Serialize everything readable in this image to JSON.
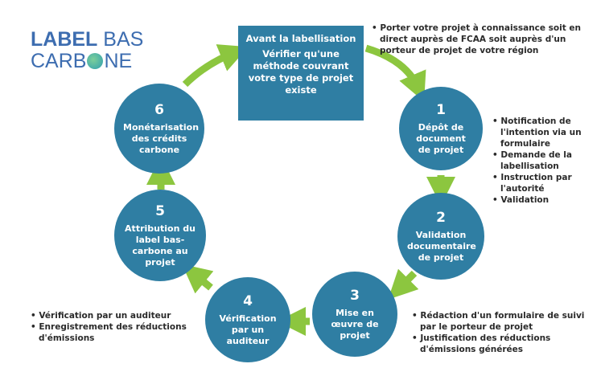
{
  "logo": {
    "line1_bold": "LABEL",
    "line1_rest": " BAS",
    "line2_a": "CARB",
    "line2_b": "NE"
  },
  "start": {
    "title": "Avant la labellisation",
    "text": "Vérifier qu'une méthode couvrant votre type de projet existe"
  },
  "steps": [
    {
      "n": "1",
      "label": "Dépôt de document de projet"
    },
    {
      "n": "2",
      "label": "Validation documentaire de projet"
    },
    {
      "n": "3",
      "label": "Mise en œuvre de projet"
    },
    {
      "n": "4",
      "label": "Vérification par un auditeur"
    },
    {
      "n": "5",
      "label": "Attribution du label bas-carbone au projet"
    },
    {
      "n": "6",
      "label": "Monétarisation des crédits carbone"
    }
  ],
  "notes": {
    "top": [
      "Porter votre projet à connaissance soit en direct auprès de FCAA soit auprès d'un porteur de projet de votre région"
    ],
    "step1": [
      "Notification de l'intention via un formulaire",
      "Demande de la labellisation",
      "Instruction par l'autorité",
      "Validation"
    ],
    "step3": [
      "Rédaction d'un formulaire de suivi par le porteur de projet",
      "Justification des réductions d'émissions générées"
    ],
    "step4": [
      "Vérification par un auditeur",
      "Enregistrement des réductions d'émissions"
    ]
  },
  "colors": {
    "circle": "#2f7ea3",
    "arrow": "#8cc63f"
  }
}
